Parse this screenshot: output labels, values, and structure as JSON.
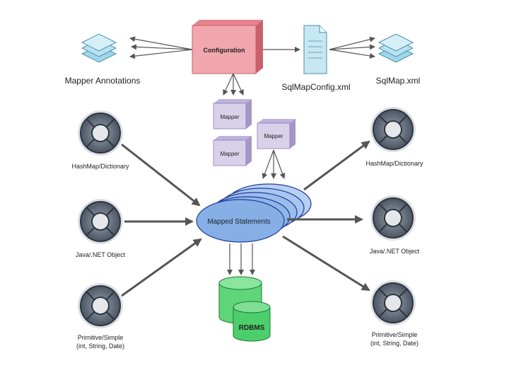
{
  "diagram": {
    "configuration": "Configuration",
    "mapper_annotations": "Mapper Annotations",
    "sqlmap_config": "SqlMapConfig.xml",
    "sqlmap_xml": "SqlMap.xml",
    "mapper_label": "Mapper",
    "mapped_statements": "Mapped Statements",
    "rdbms": "RDBMS",
    "inputs": [
      {
        "line1": "HashMap/Dictionary",
        "line2": ""
      },
      {
        "line1": "Java/.NET Object",
        "line2": ""
      },
      {
        "line1": "Primitive/Simple",
        "line2": "(int, String, Date)"
      }
    ],
    "outputs": [
      {
        "line1": "HashMap/Dictionary",
        "line2": ""
      },
      {
        "line1": "Java/.NET Object",
        "line2": ""
      },
      {
        "line1": "Primitive/Simple",
        "line2": "(int, String, Date)"
      }
    ]
  },
  "colors": {
    "configuration_fill": "#f2a6ad",
    "mapper_fill": "#d9d0ea",
    "ellipse_fill": "#8fb6e8",
    "db_fill": "#4ccf6b",
    "arrow": "#555555",
    "stack_fill": "#9fd6e8"
  }
}
